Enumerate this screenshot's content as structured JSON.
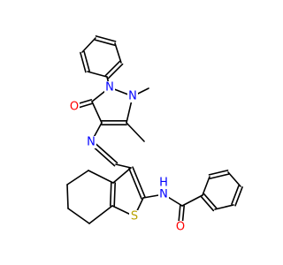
{
  "colors": {
    "bond": "#000000",
    "oxygen": "#ff0000",
    "nitrogen": "#0000ff",
    "sulfur": "#b8a200",
    "carbon": "#000000"
  },
  "atom_labels": {
    "n1": "N",
    "n2": "N",
    "o1": "O",
    "n_imine": "N",
    "s1": "S",
    "nh": "N",
    "h": "H",
    "o2": "O"
  }
}
